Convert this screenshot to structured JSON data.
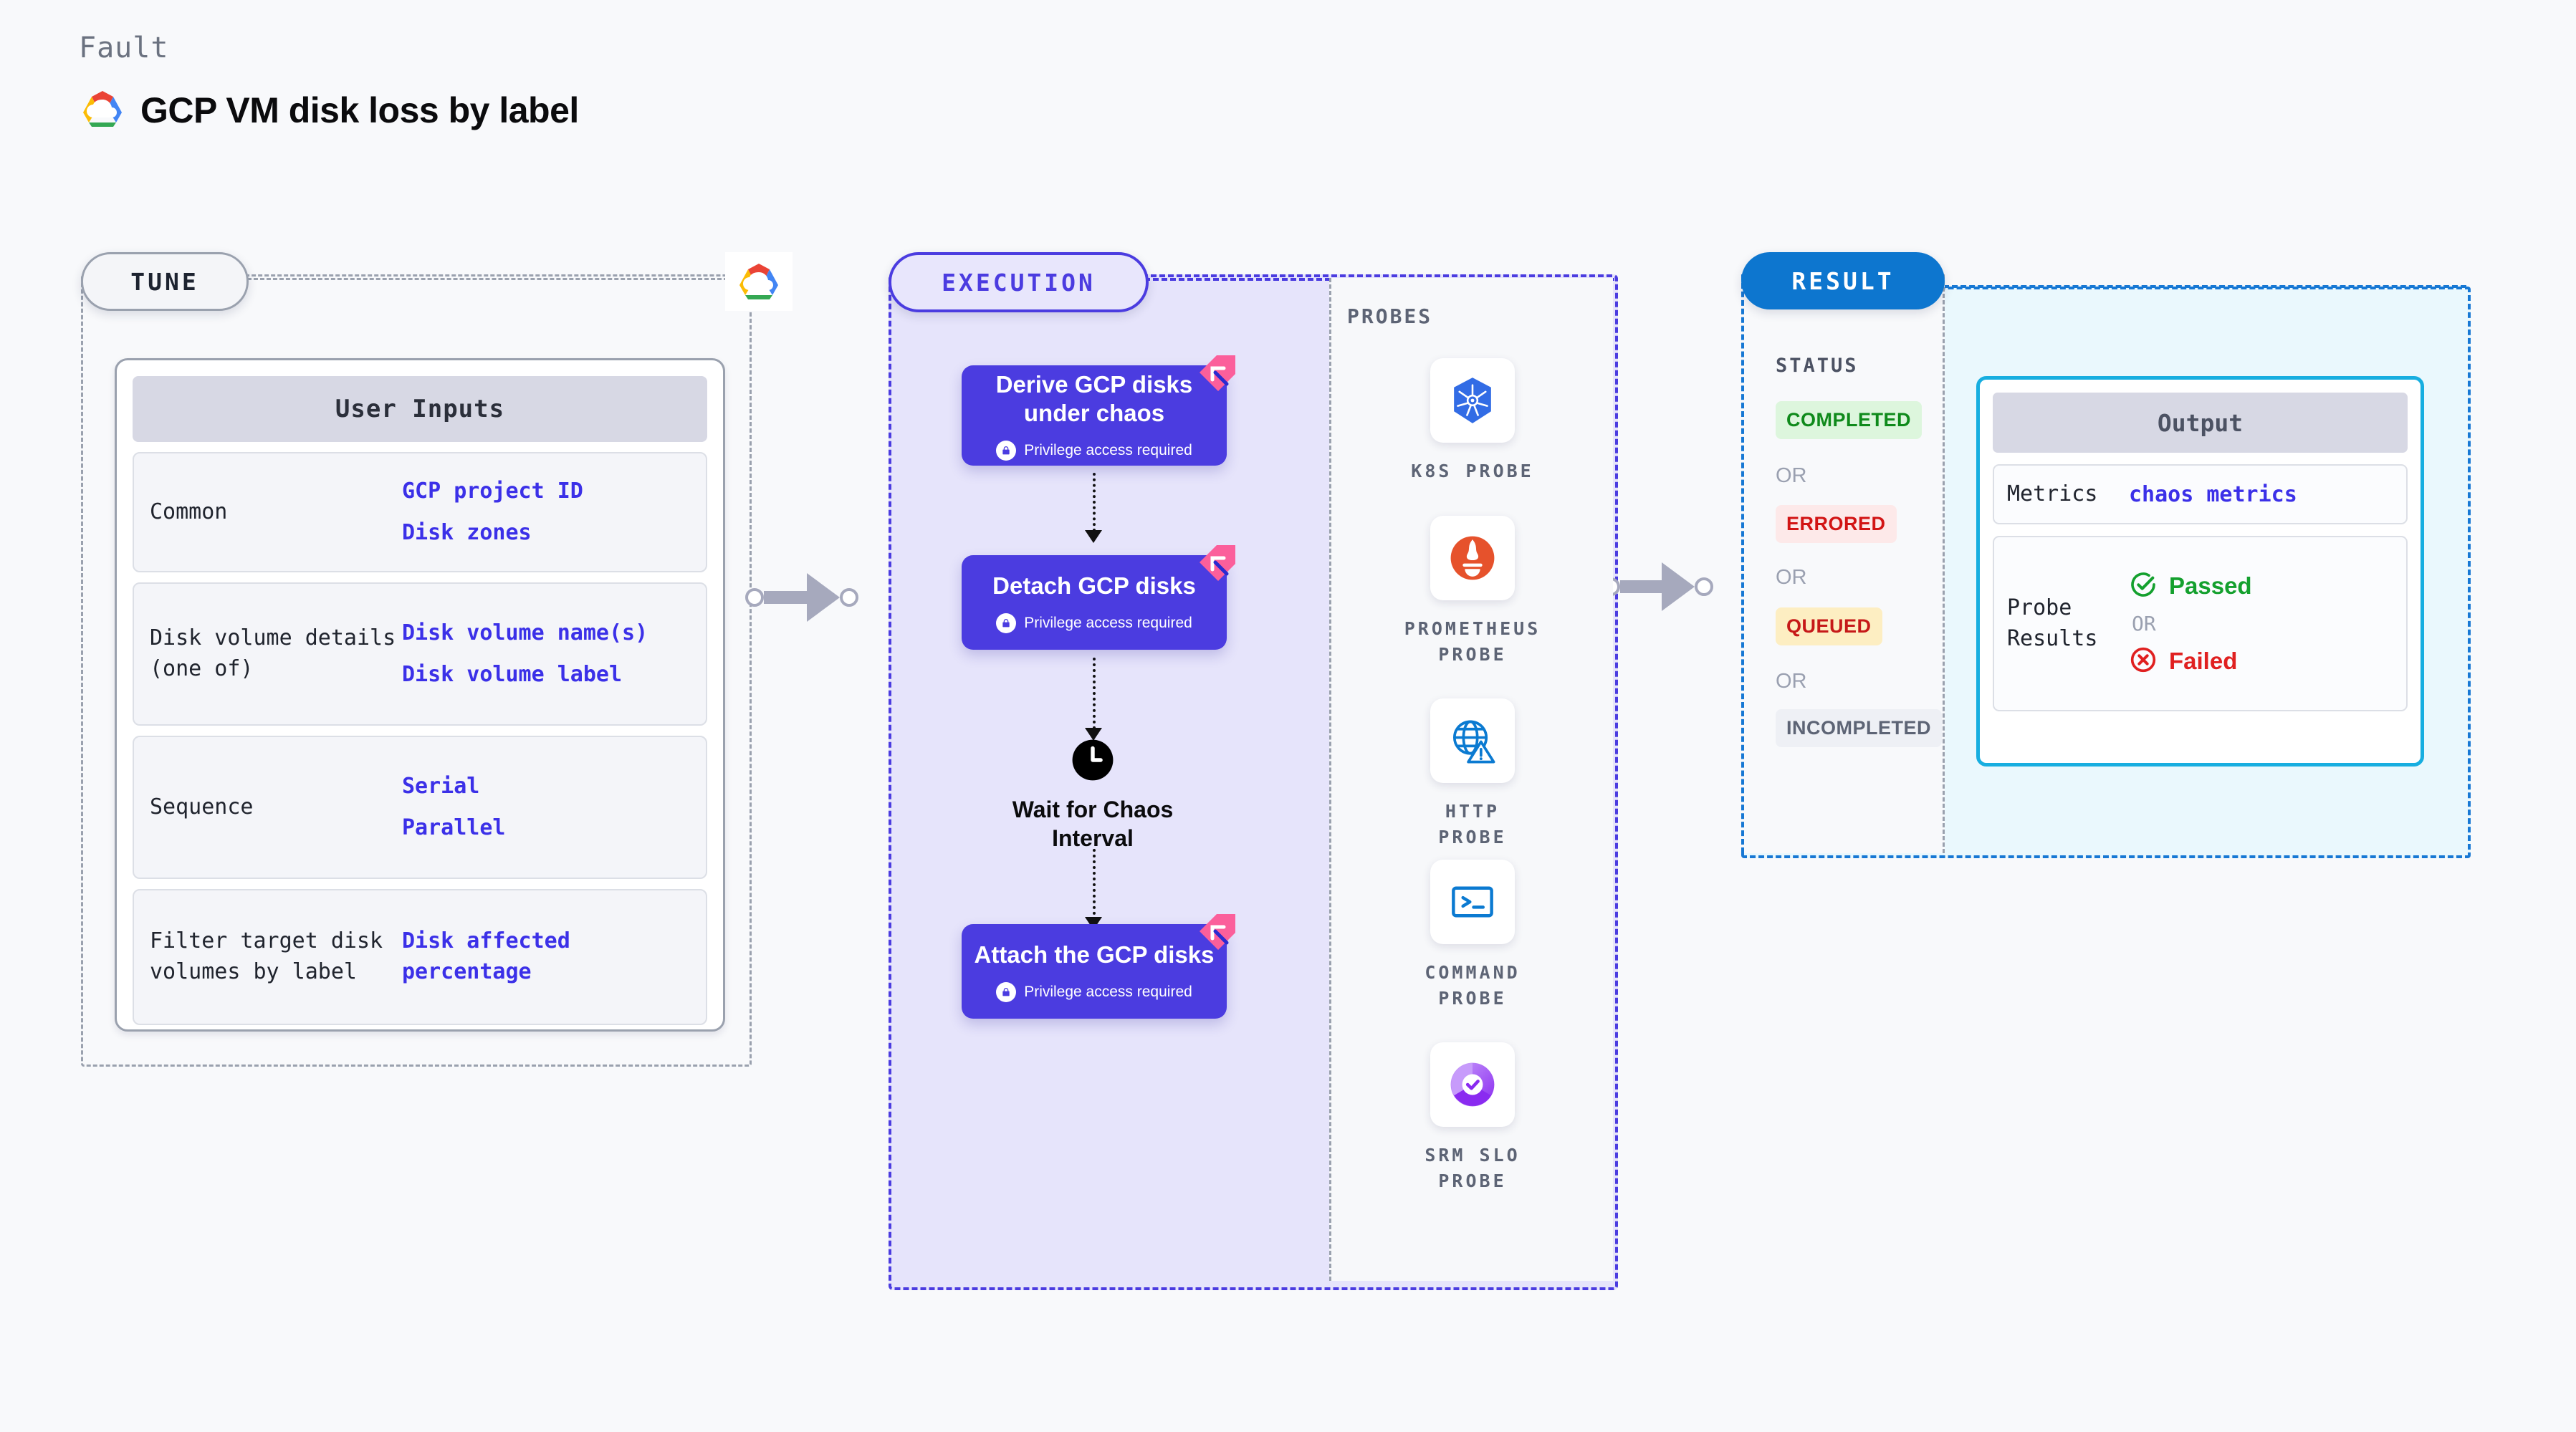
{
  "header": {
    "kicker": "Fault",
    "title": "GCP VM disk loss by label",
    "logo_icon": "gcp-cloud-logo"
  },
  "tune": {
    "tab_label": "TUNE",
    "provider_icon": "gcp-cloud-logo",
    "card_title": "User Inputs",
    "rows": [
      {
        "key": "Common",
        "values": [
          "GCP project ID",
          "Disk zones"
        ]
      },
      {
        "key": "Disk volume details (one of)",
        "values": [
          "Disk volume name(s)",
          "Disk volume label"
        ]
      },
      {
        "key": "Sequence",
        "values": [
          "Serial",
          "Parallel"
        ]
      },
      {
        "key": "Filter target disk volumes by label",
        "values": [
          "Disk affected percentage"
        ]
      }
    ]
  },
  "execution": {
    "tab_label": "EXECUTION",
    "privilege_note": "Privilege access required",
    "steps": [
      {
        "title": "Derive GCP disks under chaos",
        "privilege": true,
        "badge_icon": "harness-chaos-ribbon-icon"
      },
      {
        "title": "Detach GCP disks",
        "privilege": true,
        "badge_icon": "harness-chaos-ribbon-icon"
      },
      {
        "title": "Attach the GCP disks",
        "privilege": true,
        "badge_icon": "harness-chaos-ribbon-icon"
      }
    ],
    "wait_node": {
      "label": "Wait for Chaos Interval",
      "icon": "clock-icon"
    },
    "probes": {
      "title": "PROBES",
      "items": [
        {
          "label": "K8S PROBE",
          "icon": "kubernetes-icon"
        },
        {
          "label": "PROMETHEUS PROBE",
          "icon": "prometheus-icon"
        },
        {
          "label": "HTTP PROBE",
          "icon": "http-globe-warning-icon"
        },
        {
          "label": "COMMAND PROBE",
          "icon": "terminal-prompt-icon"
        },
        {
          "label": "SRM SLO PROBE",
          "icon": "srm-slo-icon"
        }
      ]
    }
  },
  "result": {
    "tab_label": "RESULT",
    "status_label": "STATUS",
    "or_label": "OR",
    "statuses": [
      {
        "label": "COMPLETED",
        "bg": "#ddf6dd",
        "fg": "#0f8a1b"
      },
      {
        "label": "ERRORED",
        "bg": "#fde9e9",
        "fg": "#d21414"
      },
      {
        "label": "QUEUED",
        "bg": "#fdeec2",
        "fg": "#c61919"
      },
      {
        "label": "INCOMPLETED",
        "bg": "#eef0f5",
        "fg": "#5d6475"
      }
    ],
    "output": {
      "title": "Output",
      "metrics_key": "Metrics",
      "metrics_value": "chaos metrics",
      "probe_key": "Probe Results",
      "passed_label": "Passed",
      "failed_label": "Failed",
      "or_label": "OR",
      "passed_icon": "check-circle-icon",
      "failed_icon": "x-circle-icon"
    }
  },
  "colors": {
    "accent_purple": "#4b3ce0",
    "accent_blue": "#0d76cf",
    "accent_cyan": "#17aee0",
    "ribbon_pink": "#fb5f9b",
    "link_purple": "#3b30e8"
  }
}
